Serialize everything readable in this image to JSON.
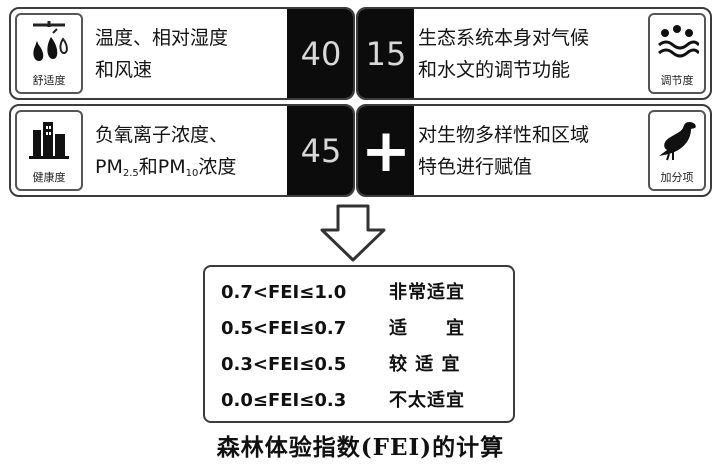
{
  "panels": [
    {
      "id": "comfort",
      "icon_label": "舒适度",
      "icon": "water-drops-icon",
      "lines": [
        "温度、相对湿度",
        "和风速"
      ],
      "value": "40"
    },
    {
      "id": "regulation",
      "icon_label": "调节度",
      "icon": "water-waves-icon",
      "lines": [
        "生态系统本身对气候",
        "和水文的调节功能"
      ],
      "value": "15"
    },
    {
      "id": "health",
      "icon_label": "健康度",
      "icon": "city-buildings-icon",
      "lines_html": [
        "负氧离子浓度、",
        "PM<sub>2.5</sub>和PM<sub>10</sub>浓度"
      ],
      "value": "45"
    },
    {
      "id": "bonus",
      "icon_label": "加分项",
      "icon": "bird-icon",
      "lines": [
        "对生物多样性和区域",
        "特色进行赋值"
      ],
      "value": "+"
    }
  ],
  "fei_levels": [
    {
      "condition": "0.7<FEI≤1.0",
      "level": "非常适宜"
    },
    {
      "condition": "0.5<FEI≤0.7",
      "level": "适　　宜"
    },
    {
      "condition": "0.3<FEI≤0.5",
      "level": "较 适 宜"
    },
    {
      "condition": "0.0≤FEI≤0.3",
      "level": "不太适宜"
    }
  ],
  "caption": "森林体验指数(FEI)的计算"
}
